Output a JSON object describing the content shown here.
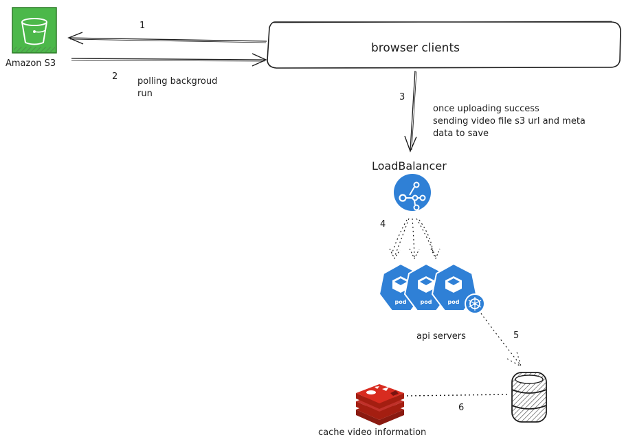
{
  "nodes": {
    "s3": {
      "label": "Amazon S3",
      "icon": "s3-bucket-icon"
    },
    "browser": {
      "label": "browser clients"
    },
    "load_balancer": {
      "label": "LoadBalancer",
      "icon": "load-balancer-icon"
    },
    "api_servers": {
      "label": "api servers",
      "icon": "kubernetes-pod-icon",
      "pod_label": "pod",
      "pod_count": 3
    },
    "database": {
      "icon": "database-icon"
    },
    "cache": {
      "label": "cache video information",
      "icon": "redis-icon"
    }
  },
  "steps": {
    "s1": "1",
    "s2": "2",
    "s3": "3",
    "s4": "4",
    "s5": "5",
    "s6": "6"
  },
  "annotations": {
    "polling_line1": "polling backgroud",
    "polling_line2": "run",
    "upload_line1": "once uploading success",
    "upload_line2": "sending video file s3 url and meta",
    "upload_line3": "data to save"
  },
  "colors": {
    "s3_green": "#3f9c35",
    "s3_bright": "#4cb84a",
    "k8s_blue": "#2f80d6",
    "redis_red": "#c0312a",
    "stroke": "#1e1e1e"
  }
}
